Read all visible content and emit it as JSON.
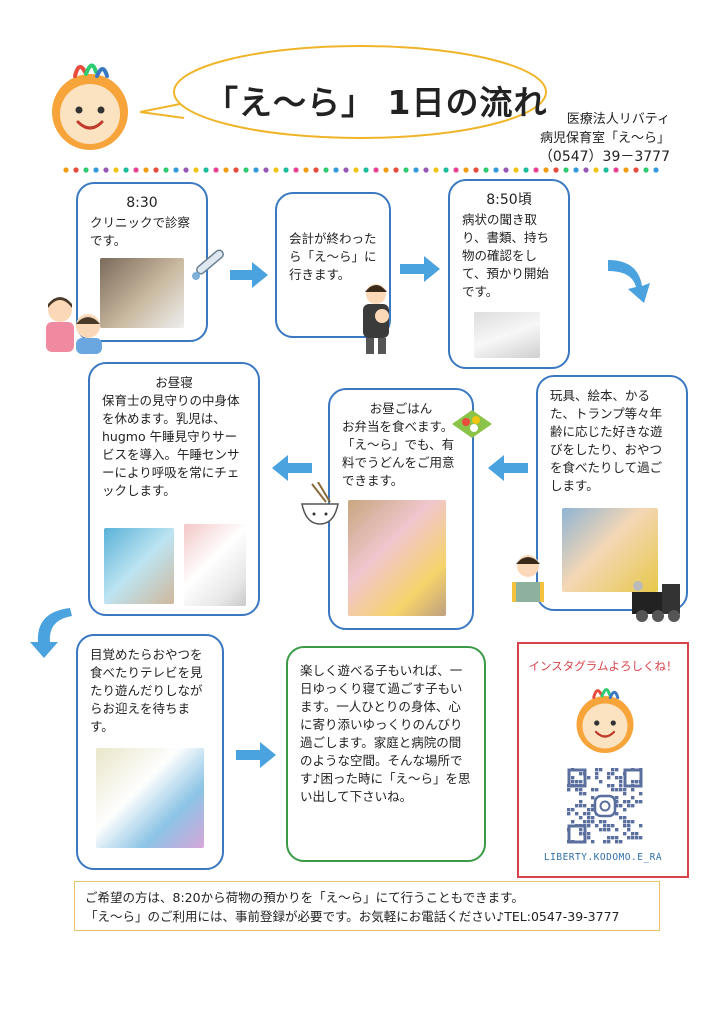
{
  "header": {
    "title": "「え～ら」 1日の流れ",
    "clinic_name": "医療法人リバティ",
    "facility_name": "病児保育室「え～ら」",
    "phone": "（0547）39－3777"
  },
  "steps": [
    {
      "time": "8:30",
      "text": "クリニックで診察です。"
    },
    {
      "text": "会計が終わったら「え～ら」に行きます。"
    },
    {
      "time": "8:50頃",
      "text": "病状の聞き取り、書類、持ち物の確認をして、預かり開始です。"
    },
    {
      "text": "玩具、絵本、かるた、トランプ等々年齢に応じた好きな遊びをしたり、おやつを食べたりして過ごします。"
    },
    {
      "heading": "お昼ごはん",
      "text": "お弁当を食べます。「え～ら」でも、有料でうどんをご用意できます。"
    },
    {
      "heading": "お昼寝",
      "text": "保育士の見守りの中身体を休めます。乳児は、hugmo 午睡見守りサービスを導入。午睡センサーにより呼吸を常にチェックします。"
    },
    {
      "text": "目覚めたらおやつを食べたりテレビを見たり遊んだりしながらお迎えを待ちます。"
    },
    {
      "text": "楽しく遊べる子もいれば、一日ゆっくり寝て過ごす子もいます。一人ひとりの身体、心に寄り添いゆっくりのんびり過ごします。家庭と病院の間のような空間。そんな場所です♪困った時に「え～ら」を思い出して下さいね。"
    }
  ],
  "instagram": {
    "title": "インスタグラムよろしくね！",
    "handle": "LIBERTY.KODOMO.E_RA"
  },
  "footer": {
    "line1": "ご希望の方は、8:20から荷物の預かりを「え～ら」にて行うこともできます。",
    "line2": "「え～ら」のご利用には、事前登録が必要です。お気軽にお電話ください♪TEL:0547-39-3777"
  },
  "colors": {
    "card_border": "#3b78c2",
    "green_border": "#3a9b46",
    "arrow": "#4aa3df",
    "accent_red": "#d8424a",
    "note_border": "#e8c36a"
  }
}
